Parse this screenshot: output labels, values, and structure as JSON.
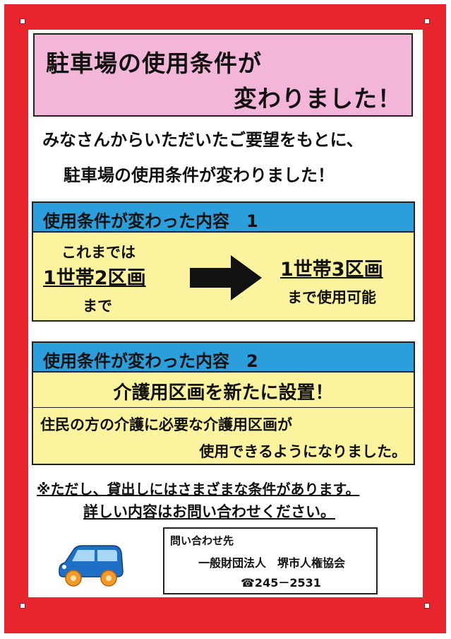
{
  "title": {
    "line1": "駐車場の使用条件が",
    "line2": "変わりました！"
  },
  "intro": {
    "line1": "みなさんからいただいたご要望をもとに、",
    "line2": "駐車場の使用条件が変わりました！"
  },
  "section1": {
    "heading": "使用条件が変わった内容",
    "number": "1",
    "before_top": "これまでは",
    "before_main": "1世帯2区画",
    "before_bottom": "まで",
    "after_main": "1世帯3区画",
    "after_bottom": "まで使用可能"
  },
  "section2": {
    "heading": "使用条件が変わった内容",
    "number": "2",
    "subheading": "介護用区画を新たに設置！",
    "line1": "住民の方の介護に必要な介護用区画が",
    "line2": "使用できるようになりました。"
  },
  "note": {
    "line1": "※ただし、貸出しにはさまざまな条件があります。",
    "line2": "詳しい内容はお問い合わせください。"
  },
  "contact": {
    "heading": "問い合わせ先",
    "organization": "一般財団法人　堺市人権協会",
    "phone": "☎245－2531"
  },
  "colors": {
    "frame": "#e8242c",
    "title_bg": "#f3b6d8",
    "section_head": "#2a9fdc",
    "section_body": "#fbf39d",
    "car": "#1d6fc7"
  },
  "icons": {
    "arrow": "right-arrow-icon",
    "car": "car-icon"
  }
}
